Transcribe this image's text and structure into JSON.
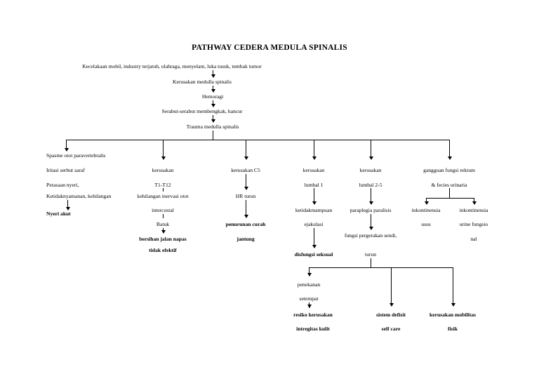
{
  "title": "PATHWAY CEDERA MEDULA SPINALIS",
  "nodes": {
    "top1": "Kecelakaan mobil, industry terjatuh, olahraga, menyelam, luka tusuk, tembak tumor",
    "top2": "Kerusakan medulla spinalis",
    "top3": "Hemoragi",
    "top4": "Serabut-serabut membengkak, hancur",
    "top5": "Trauma medulla spinalis",
    "col1_l1": "Spasme otot paravertebralis",
    "col1_l2": "Iritasi serbut saraf",
    "col1_l3": "Perasaan nyeri,",
    "col1_l4": "Ketidaknyamanan, kehilangan",
    "col1_l5": "Nyeri akut",
    "col2_l1": "kerusakan",
    "col2_l2": "T1-T12",
    "col2_l3": "kehilangan inervasi otot",
    "col2_l4": "intercostal",
    "col2_l5": "Batuk",
    "col2_l6": "bersihan jalan napas",
    "col2_l7": "tidak efektif",
    "col3_l1": "kerusakan C5",
    "col3_l2": "HR turun",
    "col3_l3": "penurunan curah",
    "col3_l4": "jantung",
    "col4_l1": "kerusakan",
    "col4_l2": "lumbal 1",
    "col4_l3": "ketidakmampuan",
    "col4_l4": "ejakulasi",
    "col4_l5": "disfungsi seksual",
    "col5_l1": "kerusakan",
    "col5_l2": "lumbal 2-5",
    "col5_l3": "paraplegia paralisis",
    "col5_l4": "fungsi pergerakan sendi,",
    "col5_l5": "turun",
    "col6_l1": "gangguan fungsi rektum",
    "col6_l2": "& fecies urinaria",
    "col6a_l1": "inkontinensia",
    "col6a_l2": "usus",
    "col6b_l1": "inkontinensia",
    "col6b_l2": "urine fungsio",
    "col6b_l3": "nal",
    "low_l1": "penekanan",
    "low_l2": "setempat",
    "low_l3": "resiko kerusakan",
    "low_l4": "intregitas kulit",
    "low2_l1": "sistem defisit",
    "low2_l2": "self care",
    "low3_l1": "kerusakan mobilitas",
    "low3_l2": "fisik"
  }
}
